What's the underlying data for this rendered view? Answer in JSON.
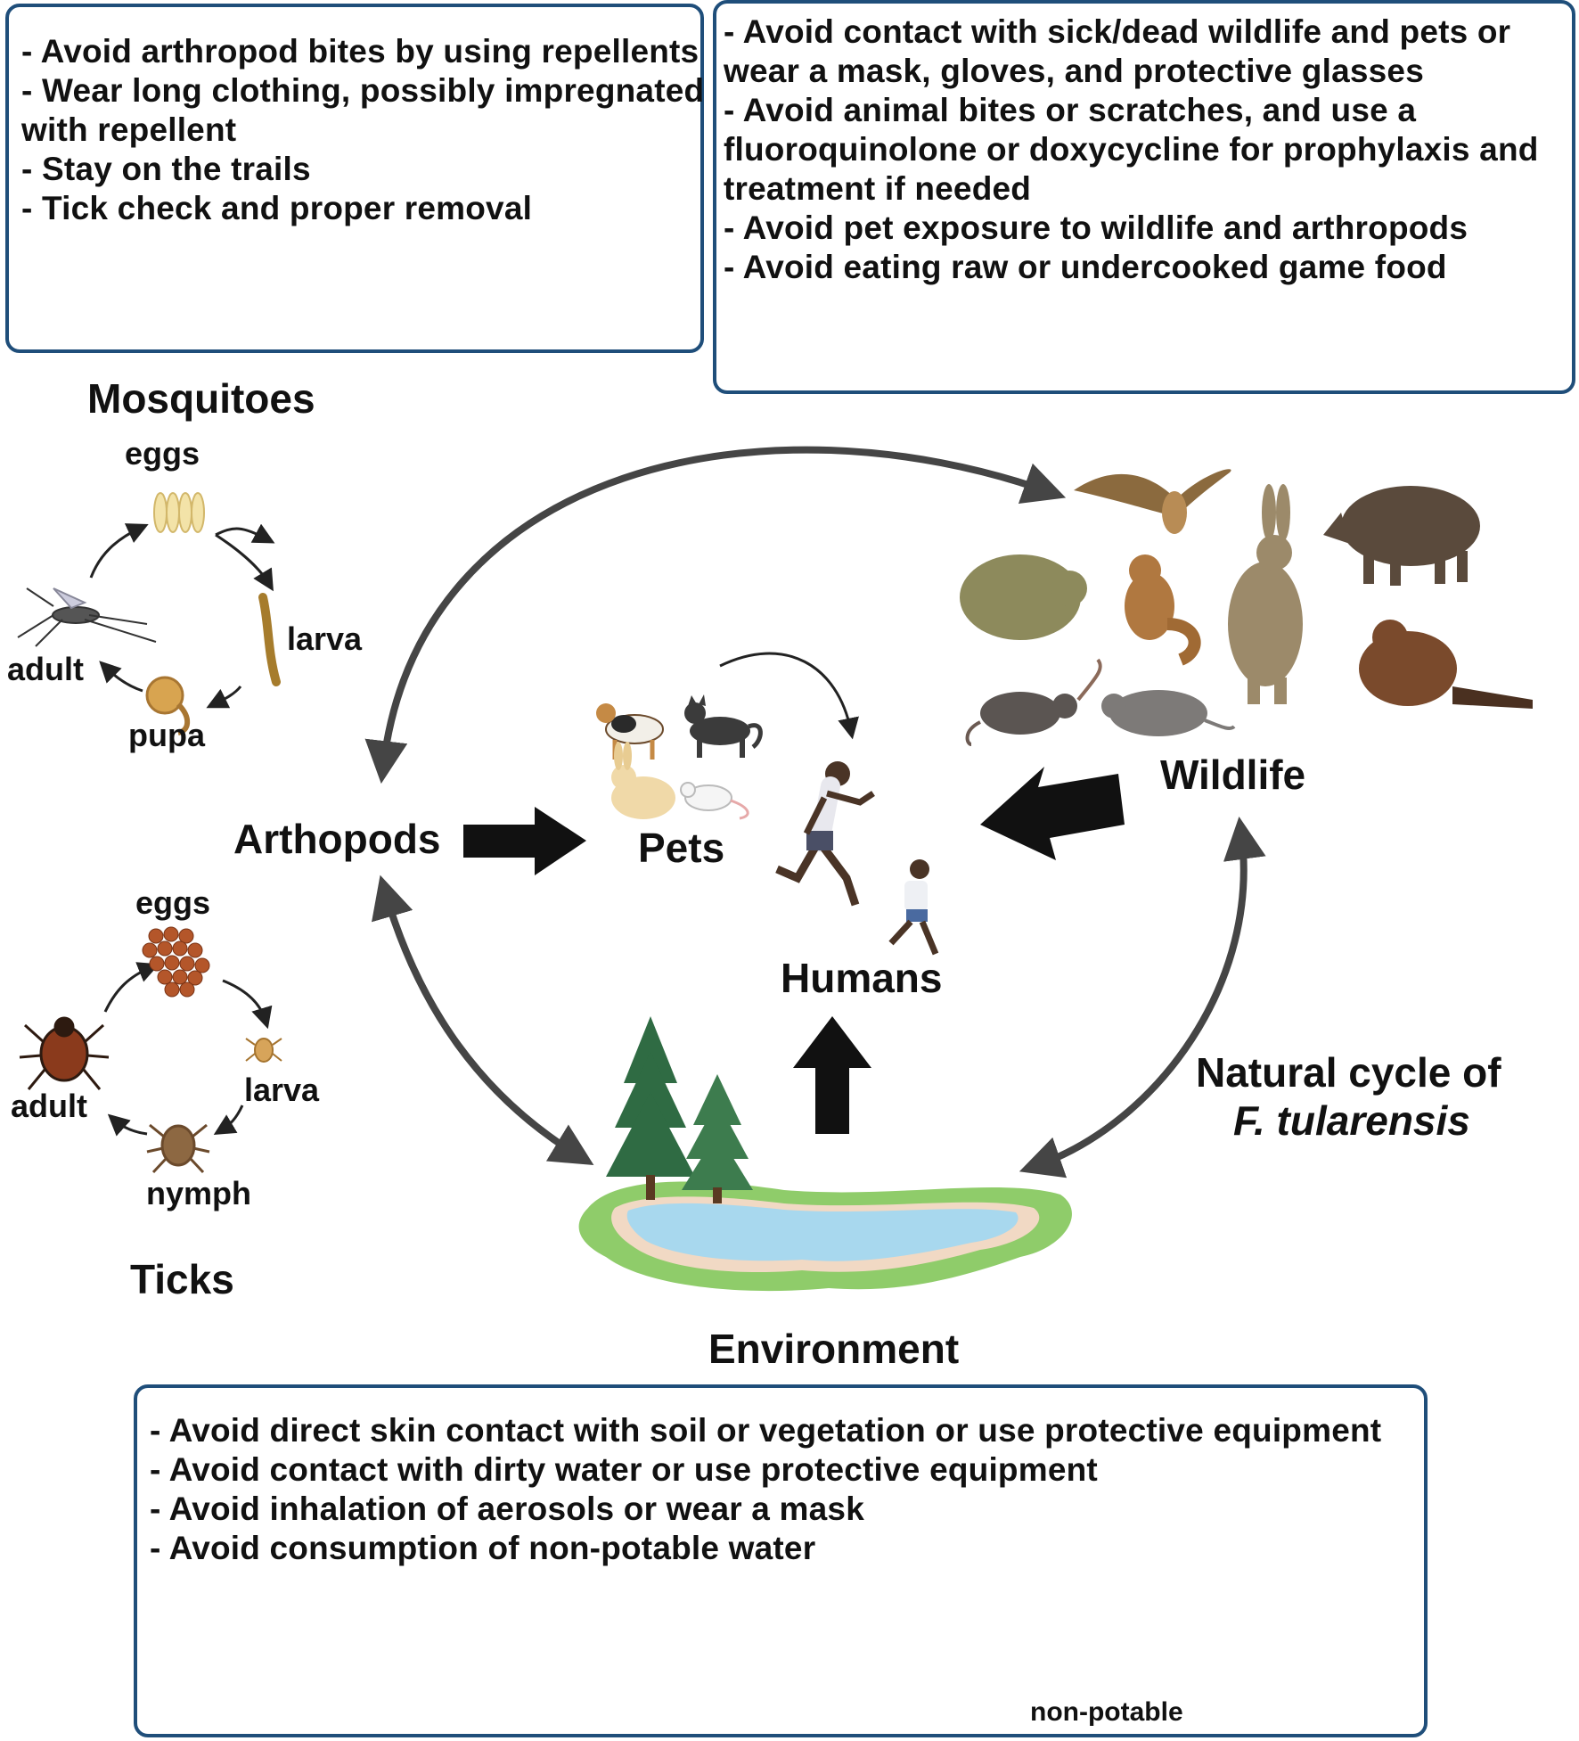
{
  "boxes": {
    "arthropod_prevention": [
      "Avoid arthropod bites by using repellents",
      "Wear long clothing, possibly impregnated",
      "with repellent",
      "Stay on the trails",
      "Tick check and proper removal"
    ],
    "wildlife_prevention": [
      "Avoid contact with sick/dead wildlife and pets  or",
      "wear a mask, gloves, and protective glasses",
      "Avoid animal bites or scratches, and use a",
      "fluoroquinolone  or doxycycline for prophylaxis and",
      "treatment if needed",
      "Avoid pet exposure to wildlife and arthropods",
      "Avoid eating raw or undercooked game food"
    ],
    "environment_prevention": [
      "Avoid direct skin contact with soil or vegetation or use protective equipment",
      "Avoid contact with dirty water or use protective equipment",
      "Avoid inhalation of aerosols or wear a mask",
      "Avoid consumption of non-potable water"
    ]
  },
  "labels": {
    "mosquitoes": "Mosquitoes",
    "mosq_eggs": "eggs",
    "mosq_larva": "larva",
    "mosq_adult": "adult",
    "mosq_pupa": "pupa",
    "arthropods": "Arthopods",
    "pets": "Pets",
    "humans": "Humans",
    "wildlife": "Wildlife",
    "tick_eggs": "eggs",
    "tick_larva": "larva",
    "tick_adult": "adult",
    "tick_nymph": "nymph",
    "ticks": "Ticks",
    "cycle_line1": "Natural cycle of",
    "cycle_line2": "F. tularensis",
    "environment": "Environment",
    "non_potable": "non-potable"
  },
  "icons": {
    "box1": [
      "mosquito-tick-icon",
      "repellent-spray-icon",
      "hiker-icon",
      "no-vegetation-tick-icon",
      "tweezers-tick-icon"
    ],
    "box2": [
      "face-mask-icon",
      "glove-icon",
      "goggles-icon",
      "no-raw-meat-icon"
    ],
    "box3": [
      "no-soil-contact-icon",
      "glove-icon",
      "aerosol-inhalation-icon",
      "no-tap-water-icon"
    ]
  },
  "colors": {
    "box_border": "#1f4e7a",
    "arrow": "#454545",
    "cross": "#e02020",
    "glove": "#6ea0d8",
    "water": "#a8d8ee",
    "grass": "#8fcc6a",
    "tree": "#2f6b43"
  }
}
